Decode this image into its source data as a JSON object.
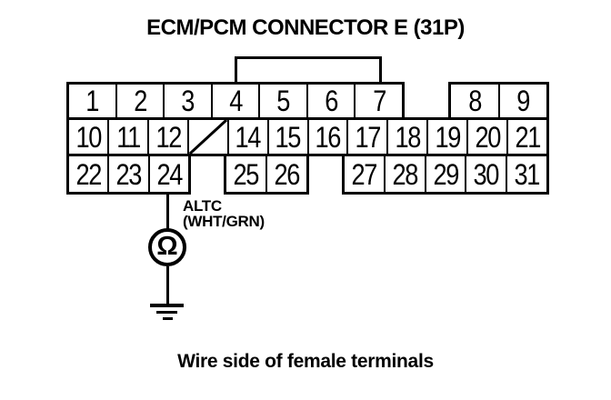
{
  "title": "ECM/PCM CONNECTOR E (31P)",
  "connector": {
    "row1_left": [
      "1",
      "2",
      "3",
      "4",
      "5",
      "6",
      "7"
    ],
    "row1_right": [
      "8",
      "9"
    ],
    "row2": [
      "10",
      "11",
      "12",
      "/",
      "14",
      "15",
      "16",
      "17",
      "18",
      "19",
      "20",
      "21"
    ],
    "row3_left": [
      "22",
      "23",
      "24"
    ],
    "row3_mid": [
      "25",
      "26"
    ],
    "row3_right": [
      "27",
      "28",
      "29",
      "30",
      "31"
    ]
  },
  "wire": {
    "signal_label": "ALTC",
    "wire_color": "(WHT/GRN)"
  },
  "meter": {
    "symbol": "Ω"
  },
  "caption": "Wire side of female terminals",
  "colors": {
    "ink": "#000000",
    "paper": "#ffffff"
  }
}
